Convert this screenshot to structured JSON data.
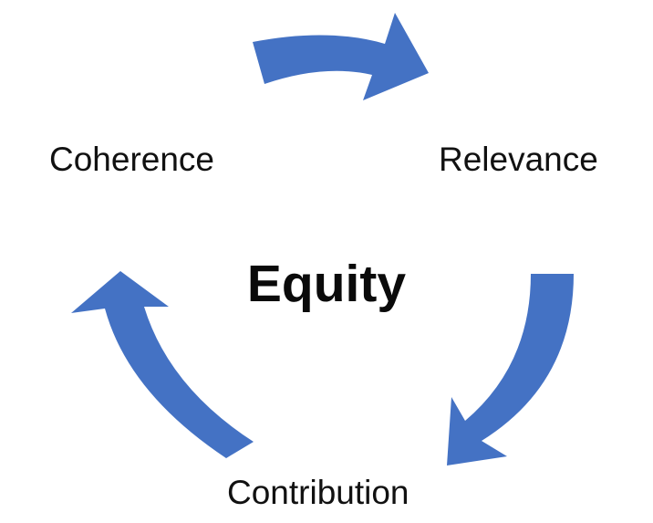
{
  "diagram": {
    "center_label": "Equity",
    "nodes": {
      "coherence": "Coherence",
      "relevance": "Relevance",
      "contribution": "Contribution"
    },
    "arrow_color": "#4472C4",
    "arrows": [
      {
        "from": "Coherence",
        "to": "Relevance"
      },
      {
        "from": "Relevance",
        "to": "Contribution"
      },
      {
        "from": "Contribution",
        "to": "Coherence"
      }
    ]
  }
}
